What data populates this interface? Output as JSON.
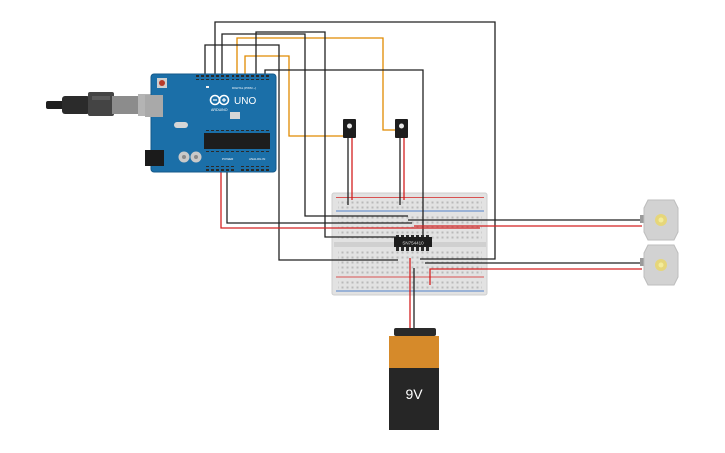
{
  "arduino": {
    "brand": "ARDUINO",
    "model": "UNO",
    "digital_header": "DIGITAL (PWM ~)",
    "power_header": "POWER",
    "analog_header": "ANALOG IN",
    "board_color": "#1b6fa8",
    "icon": "arduino-uno-board-icon"
  },
  "usb": {
    "icon": "usb-cable-icon"
  },
  "ic": {
    "label": "SN754410"
  },
  "battery": {
    "label": "9V",
    "icon": "9v-battery-icon"
  },
  "motors": [
    {
      "icon": "dc-motor-icon"
    },
    {
      "icon": "dc-motor-icon"
    }
  ],
  "sensors": [
    {
      "icon": "ldr-sensor-icon"
    },
    {
      "icon": "ldr-sensor-icon"
    }
  ],
  "wire_colors": {
    "black": "#222222",
    "red": "#d42020",
    "orange": "#e08a00"
  }
}
